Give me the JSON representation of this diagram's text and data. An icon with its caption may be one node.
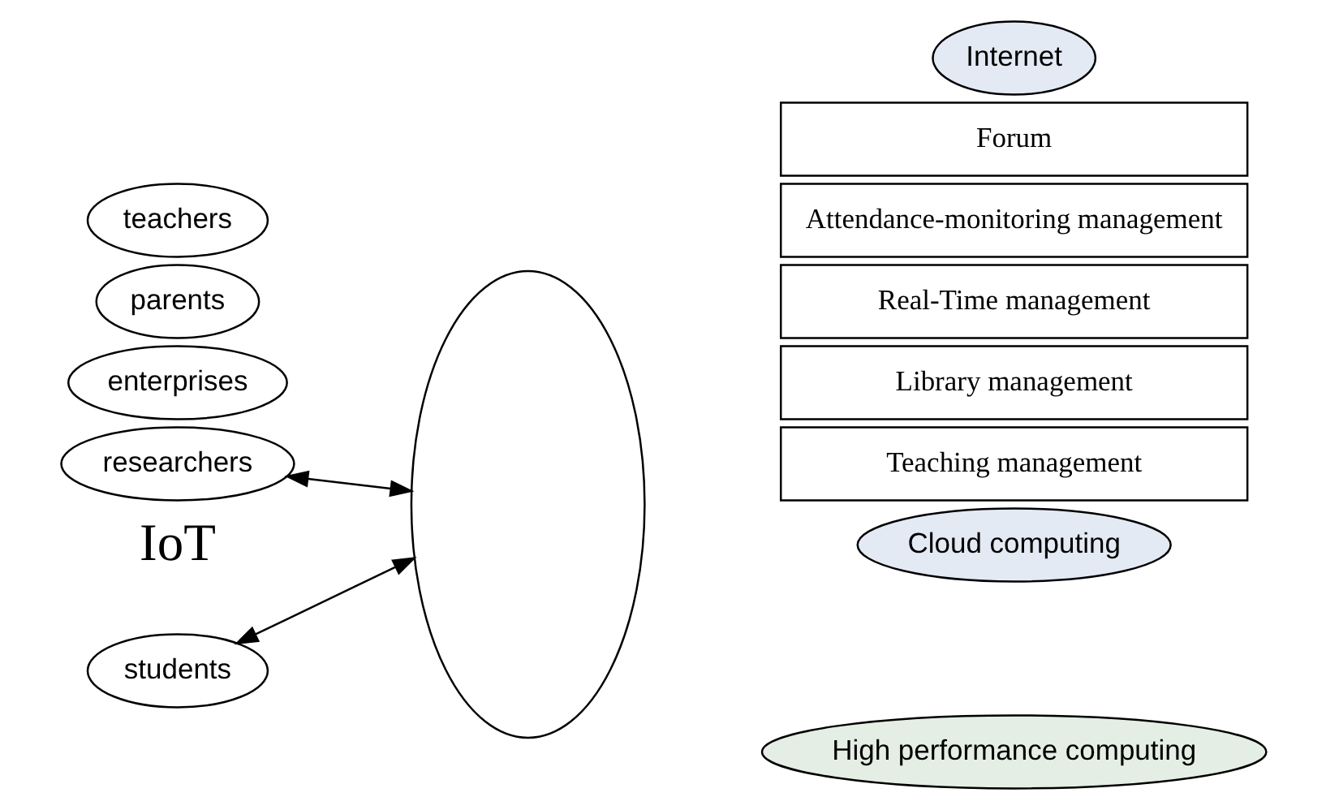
{
  "diagram": {
    "nodes": [
      {
        "text": [
          "researchers"
        ]
      },
      {
        "text": [
          "enterprises"
        ]
      },
      {
        "text": [
          "parents"
        ]
      },
      {
        "text": [
          "teachers"
        ]
      },
      {
        "text": [
          "students"
        ]
      },
      {
        "text": [],
        "shape": "ellipse"
      },
      {
        "text": [
          "Teaching management"
        ]
      },
      {
        "text": [
          "Library management"
        ]
      },
      {
        "text": [
          "Real-Time management"
        ]
      },
      {
        "text": [
          "Attendance-monitoring management"
        ]
      },
      {
        "text": [
          "Forum"
        ]
      },
      {
        "text": [
          "High performance computing"
        ]
      },
      {
        "text": [
          "Cloud computing"
        ]
      },
      {
        "text": [
          "Internet"
        ]
      }
    ],
    "edges": [
      {
        "from": 0,
        "to": 5,
        "arrow": "both"
      },
      {
        "from": 4,
        "to": 5,
        "arrow": "both"
      }
    ],
    "labels": [
      "IoT"
    ]
  }
}
